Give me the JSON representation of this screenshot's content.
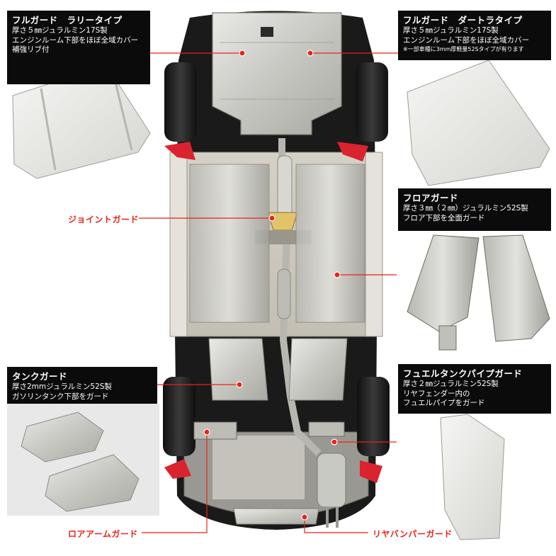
{
  "colors": {
    "callout_red": "#e8231a",
    "panel_bg": "#0b0b0b",
    "accent_red": "#d9232e"
  },
  "panels": {
    "rally": {
      "title": "フルガード　ラリータイプ",
      "lines": [
        "厚さ５㎜ジュラルミン17S製",
        "エンジンルーム下部をほぼ全域カバー",
        "補強リブ付"
      ]
    },
    "dirt": {
      "title": "フルガード　ダートラタイプ",
      "lines": [
        "厚さ５㎜ジュラルミン17S製",
        "エンジンルーム下部をほぼ全域カバー"
      ],
      "note": "※一部車種に3mm厚軽量52Sタイプが有ります"
    },
    "floor": {
      "title": "フロアガード",
      "lines": [
        "厚さ３㎜（２㎜）ジュラルミン52S製",
        "フロア下部を全面ガード"
      ]
    },
    "tank": {
      "title": "タンクガード",
      "lines": [
        "厚さ2mmジュラルミン52S製",
        "ガソリンタンク下部をガード"
      ]
    },
    "fuelpipe": {
      "title": "フュエルタンクパイプガード",
      "lines": [
        "厚さ２㎜ジュラルミン52S製",
        "リヤフェンダー内の",
        "フュエルパイプをガード"
      ]
    }
  },
  "callouts": {
    "joint": "ジョイントガード",
    "lowerarm": "ロアアームガード",
    "rearbumper": "リヤバンパーガード"
  }
}
